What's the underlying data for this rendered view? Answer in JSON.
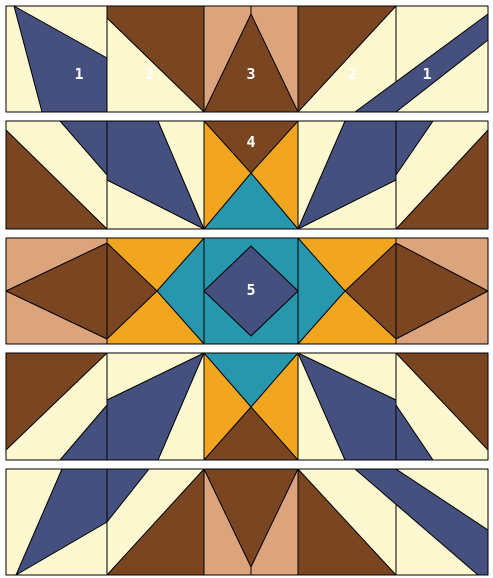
{
  "colors": {
    "cream": "#fdf8cf",
    "brown": "#7a4622",
    "tan": "#dba47c",
    "navy": "#45507e",
    "gold": "#f2a51e",
    "teal": "#2896ad",
    "outline": "#000000"
  },
  "labels": {
    "l1a": "1",
    "l2a": "2",
    "l3": "3",
    "l2b": "2",
    "l1b": "1",
    "l4": "4",
    "l5": "5"
  }
}
